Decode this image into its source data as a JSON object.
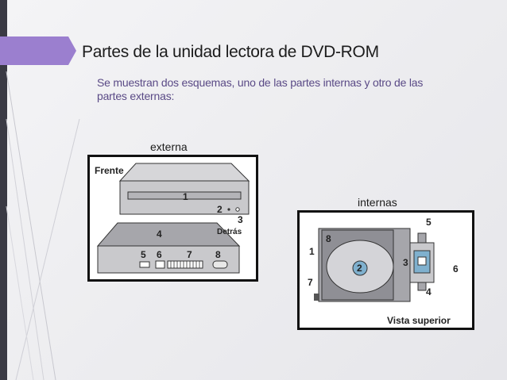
{
  "slide": {
    "title": "Partes de la unidad lectora de DVD-ROM",
    "body": "Se muestran dos esquemas, uno de las partes internas y otro de las partes externas:"
  },
  "externa": {
    "caption": "externa",
    "label_front": "Frente",
    "label_back": "Detrás",
    "parts": [
      "1",
      "2",
      "3",
      "4",
      "5",
      "6",
      "7",
      "8"
    ]
  },
  "internas": {
    "caption": "internas",
    "label_view": "Vista superior",
    "parts": [
      "1",
      "2",
      "3",
      "4",
      "5",
      "6",
      "7",
      "8"
    ]
  },
  "colors": {
    "accent": "#9b7fcf",
    "title": "#1c1c1c",
    "body_text": "#5a4a86",
    "drive_body": "#c9c9cc",
    "drive_panel": "#a6a6ab",
    "disc_fill": "#d4d4d8",
    "center_circle": "#7fb0ce"
  }
}
